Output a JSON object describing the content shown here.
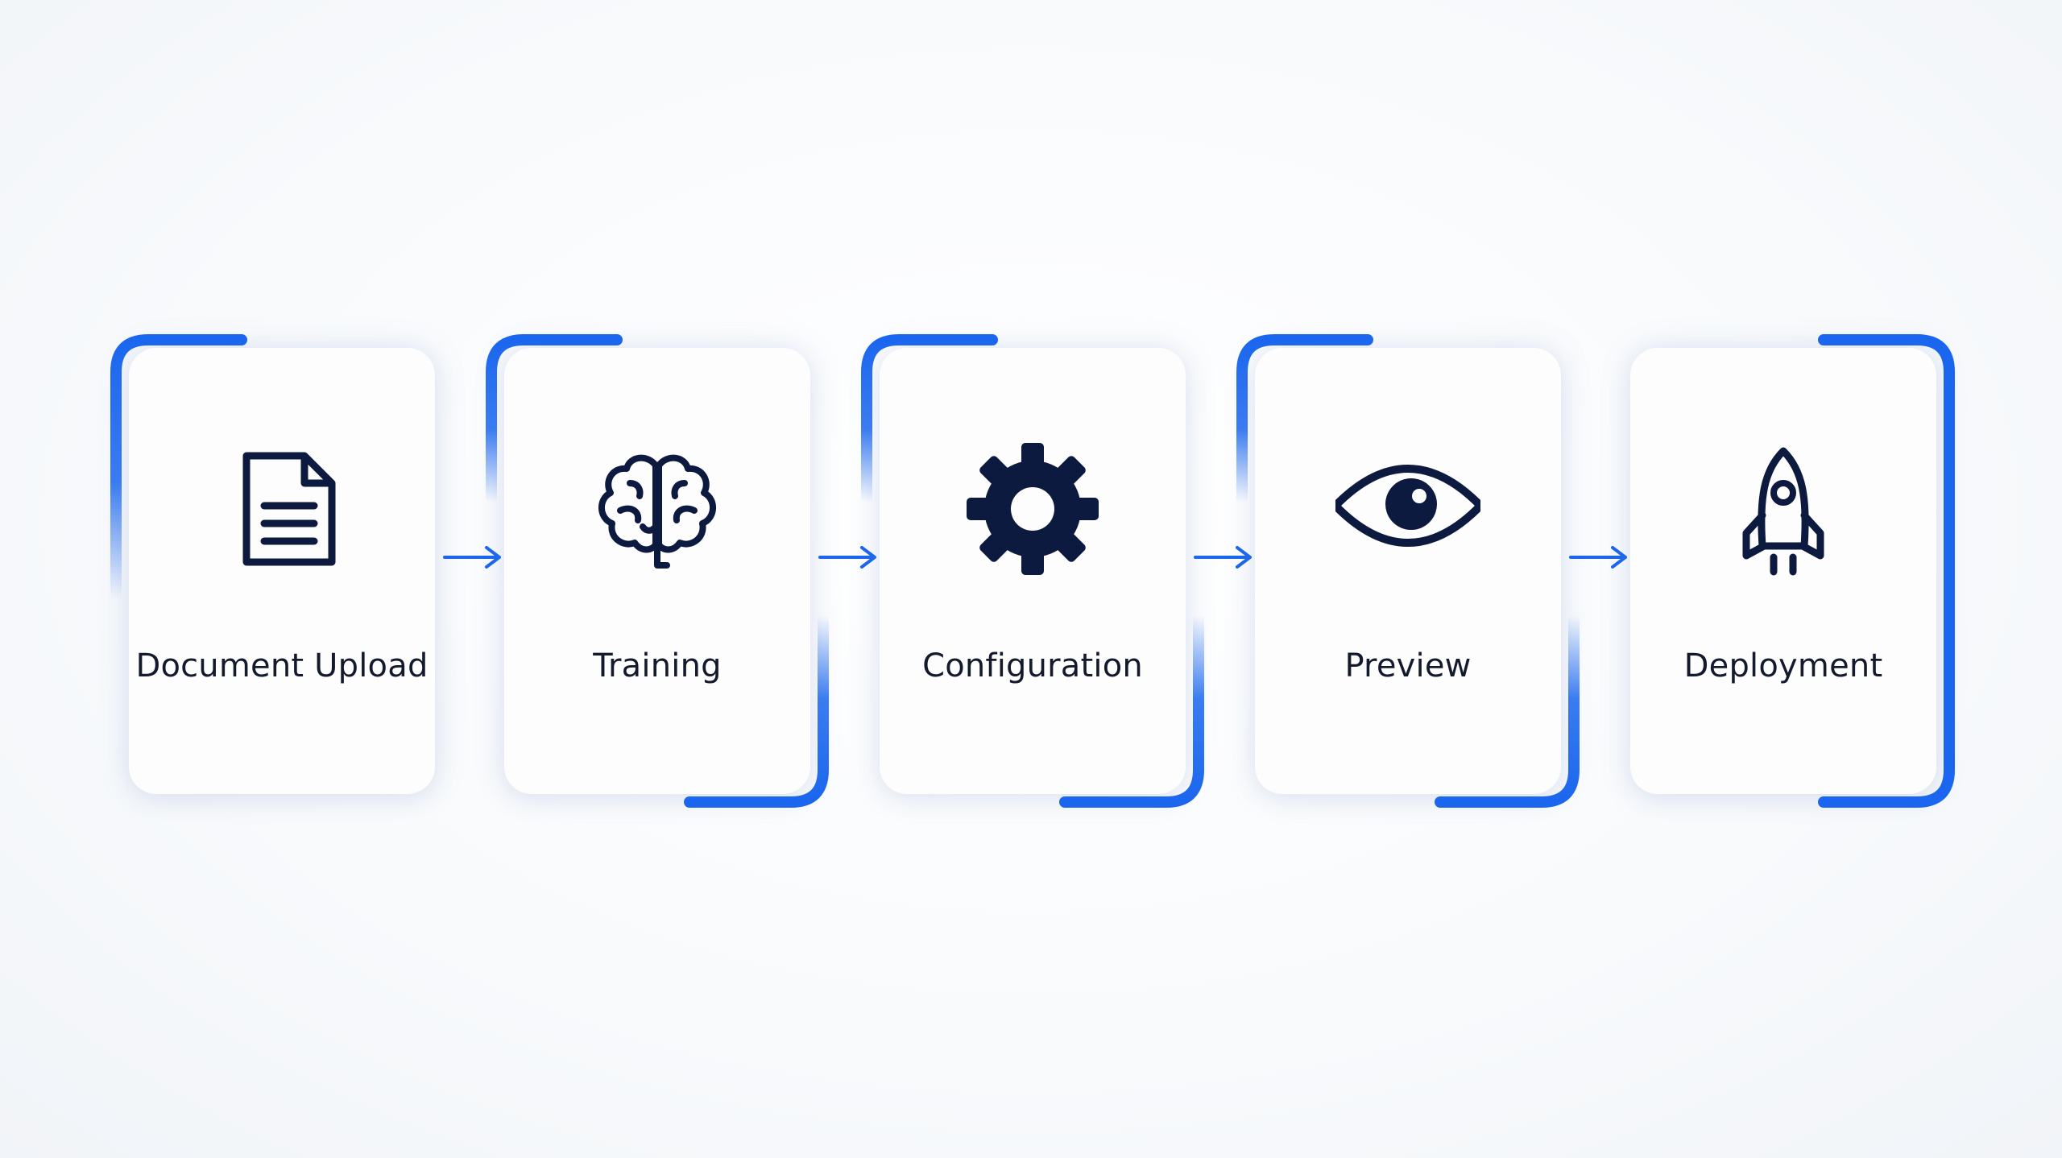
{
  "colors": {
    "accent": "#1a66ee",
    "icon": "#0d1a3f",
    "text": "#141a2e",
    "card": "#fdfdfd"
  },
  "steps": [
    {
      "label": "Document Upload",
      "icon": "document-icon"
    },
    {
      "label": "Training",
      "icon": "brain-icon"
    },
    {
      "label": "Configuration",
      "icon": "gear-icon"
    },
    {
      "label": "Preview",
      "icon": "eye-icon"
    },
    {
      "label": "Deployment",
      "icon": "rocket-icon"
    }
  ],
  "connectors": [
    {
      "icon": "arrow-right-icon"
    },
    {
      "icon": "arrow-right-icon"
    },
    {
      "icon": "arrow-right-icon"
    },
    {
      "icon": "arrow-right-icon"
    }
  ]
}
